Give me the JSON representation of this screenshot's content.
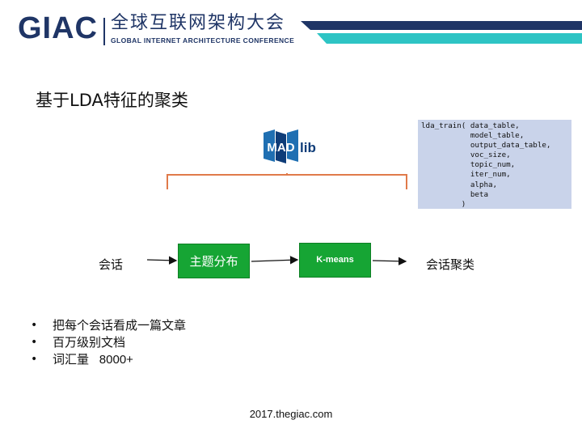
{
  "header": {
    "logo_main": "GIAC",
    "logo_cn": "全球互联网架构大会",
    "logo_en": "GLOBAL INTERNET ARCHITECTURE CONFERENCE",
    "stripe_colors": [
      "#1f3566",
      "#2ec4c4"
    ]
  },
  "slide": {
    "title": "基于LDA特征的聚类"
  },
  "madlib_logo": {
    "text_mad": "MAD",
    "text_lib": "lib",
    "colors": [
      "#1f6fb2",
      "#0e3c78"
    ]
  },
  "code": {
    "lines": [
      "lda_train( data_table,",
      "           model_table,",
      "           output_data_table,",
      "           voc_size,",
      "           topic_num,",
      "           iter_num,",
      "           alpha,",
      "           beta",
      "         )"
    ],
    "background": "#c9d3ea"
  },
  "flow": {
    "input": "会话",
    "step1": "主题分布",
    "step2": "K-means",
    "output": "会话聚类",
    "box_color": "#16a534",
    "bracket_color": "#e07a4a"
  },
  "bullets": {
    "items": [
      {
        "text": "把每个会话看成一篇文章",
        "tail": ""
      },
      {
        "text": "百万级别文档",
        "tail": ""
      },
      {
        "text": "词汇量",
        "tail": "8000+"
      }
    ],
    "marker": "•"
  },
  "footer": {
    "url": "2017.thegiac.com"
  }
}
